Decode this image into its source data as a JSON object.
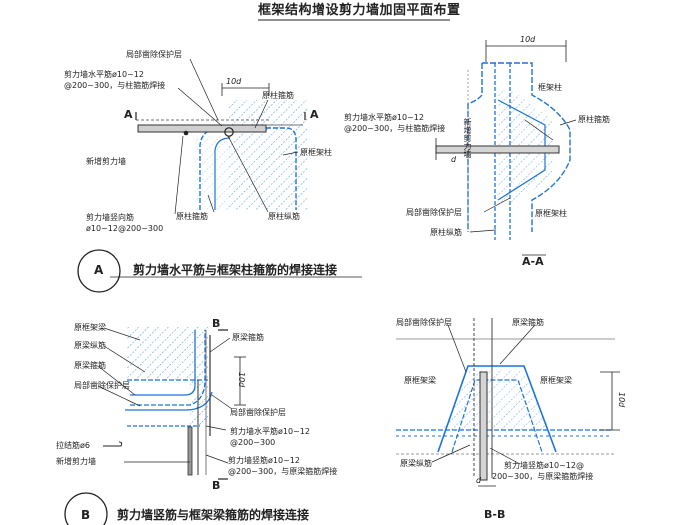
{
  "title": "框架结构增设剪力墙加固平面布置",
  "diagram_a": {
    "section_mark": "A",
    "section_caption": "剪力墙水平筋与框架柱箍筋的焊接连接",
    "dim_10d": "10d",
    "cut_left": "A",
    "cut_right": "A",
    "label_cover_removed": "局部凿除保护层",
    "label_horiz_bar_1": "剪力墙水平筋ø10~12",
    "label_horiz_bar_2": "@200~300，与柱箍筋焊接",
    "label_new_wall": "新增剪力墙",
    "label_vert_bar_1": "剪力墙竖向筋",
    "label_vert_bar_2": "ø10~12@200~300",
    "label_col_stirrup_top": "原柱箍筋",
    "label_orig_column": "原框架柱",
    "label_col_stirrup_bottom": "原柱箍筋",
    "label_col_long_bar": "原柱纵筋"
  },
  "diagram_aa": {
    "caption": "A-A",
    "dim_10d": "10d",
    "label_frame_column": "框架柱",
    "label_col_stirrup": "原柱箍筋",
    "label_horiz_bar_1": "剪力墙水平筋ø10~12",
    "label_horiz_bar_2": "@200~300，与柱箍筋焊接",
    "label_new_wall_vert": "新增剪力墙",
    "label_d": "d",
    "label_cover_removed": "局部凿除保护层",
    "label_orig_column": "原框架柱",
    "label_col_long_bar": "原柱纵筋"
  },
  "diagram_b": {
    "section_mark": "B",
    "section_caption": "剪力墙竖筋与框架梁箍筋的焊接连接",
    "cut_top": "B",
    "cut_bottom": "B",
    "dim_10d": "10d",
    "label_orig_beam": "原框架梁",
    "label_beam_stirrup": "原梁箍筋",
    "label_beam_long_bar": "原梁纵筋",
    "label_beam_stirrup_2": "原梁箍筋",
    "label_cover_removed": "局部凿除保护层",
    "label_tie_bar": "拉结筋ø6",
    "label_horiz_bar_1": "剪力墙水平筋ø10~12",
    "label_horiz_bar_2": "@200~300",
    "label_new_wall": "新增剪力墙",
    "label_vert_bar_1": "剪力墙竖筋ø10~12",
    "label_vert_bar_2": "@200~300，与原梁箍筋焊接"
  },
  "diagram_bb": {
    "caption": "B-B",
    "dim_10d": "10d",
    "label_cover_removed": "局部凿除保护层",
    "label_beam_stirrup": "原梁箍筋",
    "label_orig_beam_left": "原框架梁",
    "label_orig_beam_right": "原框架梁",
    "label_beam_long_bar": "原梁纵筋",
    "label_vert_bar_1": "剪力墙竖筋ø10~12@",
    "label_vert_bar_2": "200~300，与原梁箍筋焊接",
    "label_d": "d"
  },
  "colors": {
    "blue": "#1e74d6",
    "hatch": "#4a9be8",
    "line": "#222222"
  }
}
